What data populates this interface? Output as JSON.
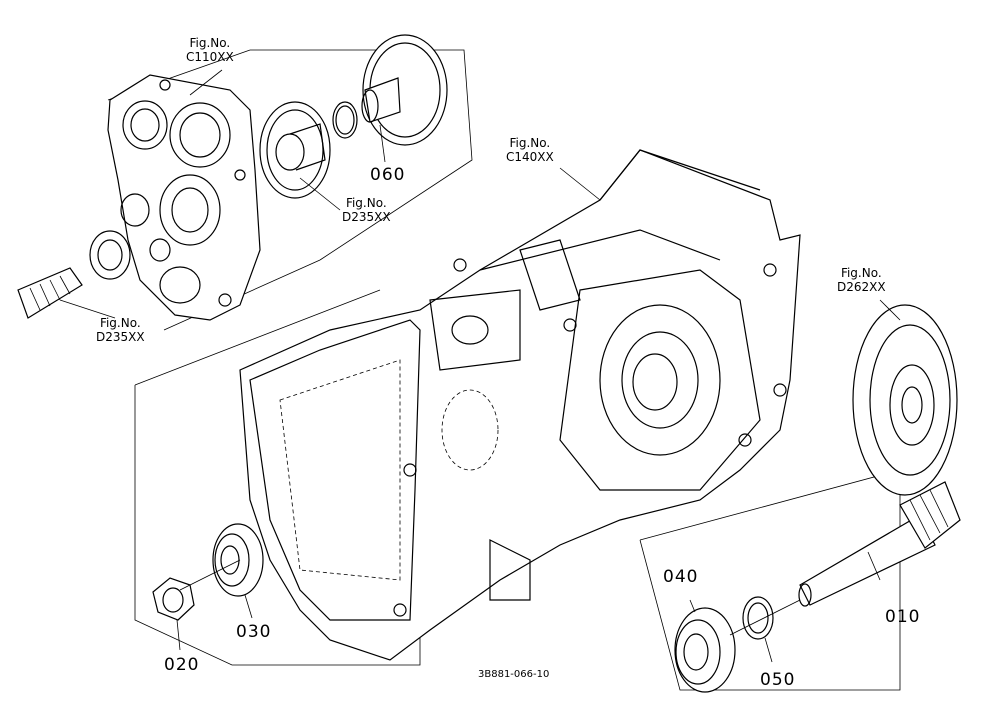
{
  "figure_refs": [
    {
      "id": "c110",
      "prefix": "Fig.No.",
      "code": "C110XX"
    },
    {
      "id": "d235_top",
      "prefix": "Fig.No.",
      "code": "D235XX"
    },
    {
      "id": "d235_left",
      "prefix": "Fig.No.",
      "code": "D235XX"
    },
    {
      "id": "c140",
      "prefix": "Fig.No.",
      "code": "C140XX"
    },
    {
      "id": "d262",
      "prefix": "Fig.No.",
      "code": "D262XX"
    }
  ],
  "part_numbers": {
    "p010": "010",
    "p020": "020",
    "p030": "030",
    "p040": "040",
    "p050": "050",
    "p060": "060"
  },
  "drawing_code": "3B881-066-10"
}
